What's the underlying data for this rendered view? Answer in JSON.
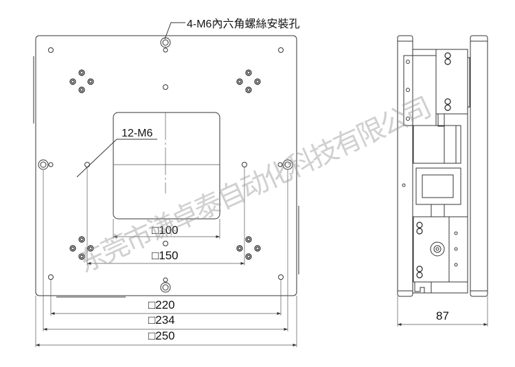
{
  "labels": {
    "mount_holes": "4-M6內六角螺絲安裝孔",
    "tapped_holes": "12-M6"
  },
  "dimensions": {
    "d100": "□100",
    "d150": "□150",
    "d220": "□220",
    "d234": "□234",
    "d250": "□250",
    "d87": "87"
  },
  "watermark": "东莞市谦卓泰自动化科技有限公司"
}
